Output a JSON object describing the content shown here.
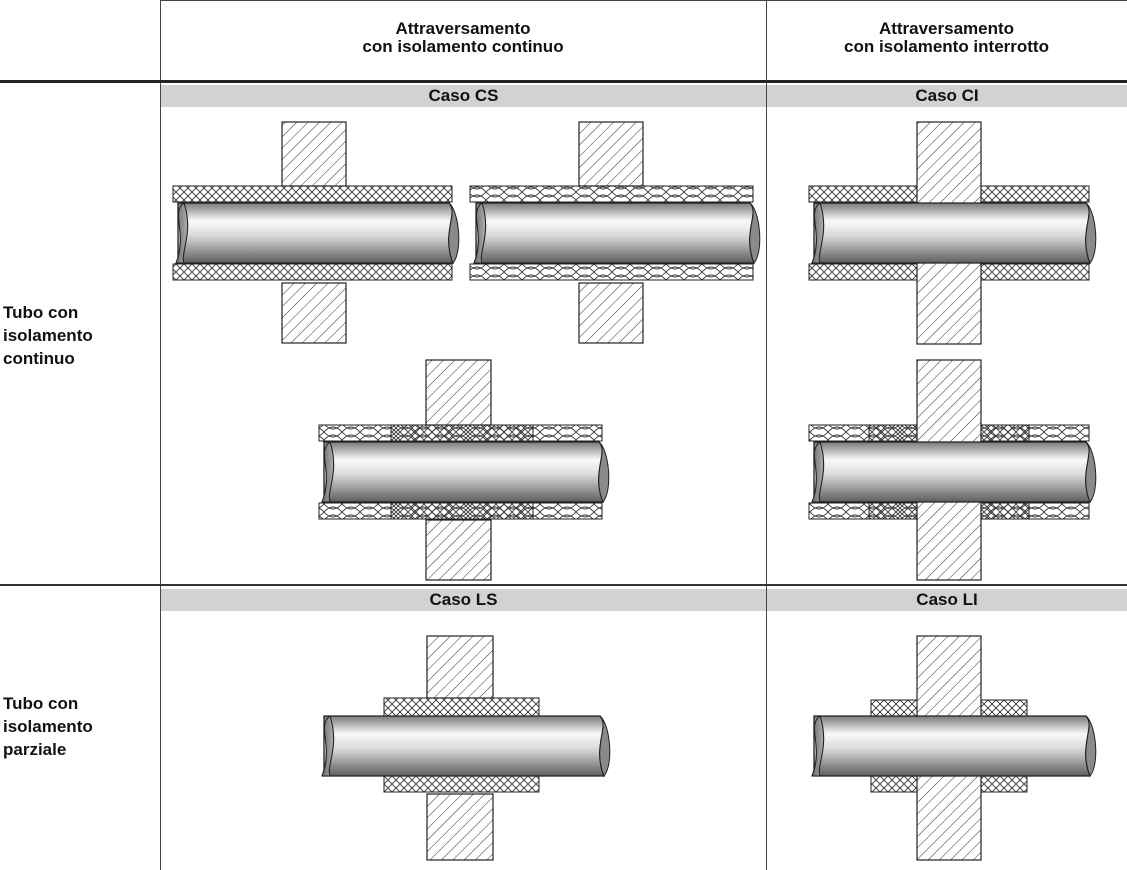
{
  "header": {
    "col1": {
      "line1": "Attraversamento",
      "line2": "con isolamento continuo"
    },
    "col2": {
      "line1": "Attraversamento",
      "line2": "con isolamento interrotto"
    }
  },
  "rows": [
    {
      "line1": "Tubo con",
      "line2": "isolamento",
      "line3": "continuo"
    },
    {
      "line1": "Tubo con",
      "line2": "isolamento",
      "line3": "parziale"
    }
  ],
  "cases": {
    "cs": "Caso CS",
    "ci": "Caso CI",
    "ls": "Caso LS",
    "li": "Caso LI"
  }
}
